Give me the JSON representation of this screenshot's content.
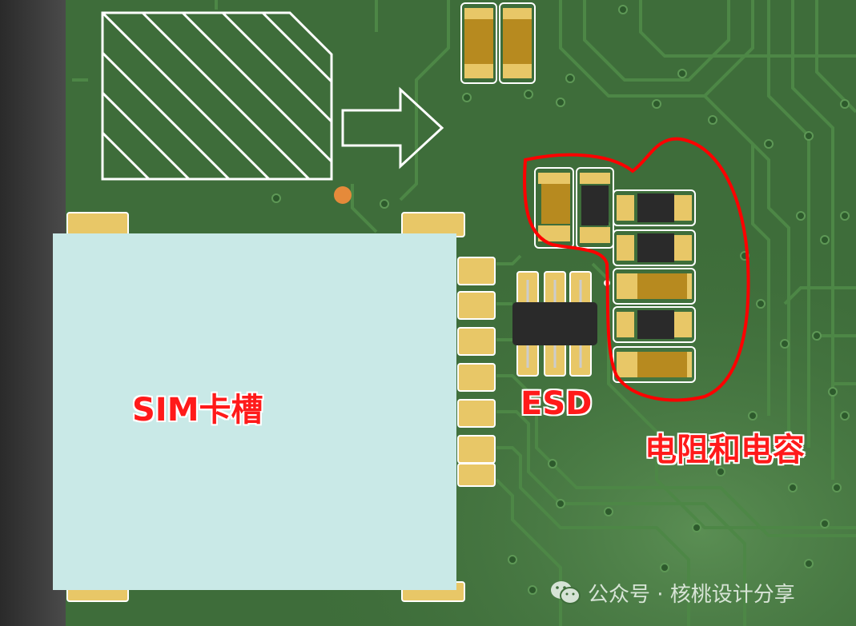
{
  "labels": {
    "sim_slot": "SIM卡槽",
    "esd": "ESD",
    "resistors_capacitors": "电阻和电容"
  },
  "watermark": {
    "text": "公众号 · 核桃设计分享",
    "icon": "wechat-icon"
  },
  "colors": {
    "board": "#3e6d3a",
    "trace": "#4c8544",
    "pad": "#e8c767",
    "sim_card": "#c9e9e7",
    "annotation": "#ff1a1a",
    "ic": "#2a2a2a",
    "capacitor": "#b78a1f"
  }
}
